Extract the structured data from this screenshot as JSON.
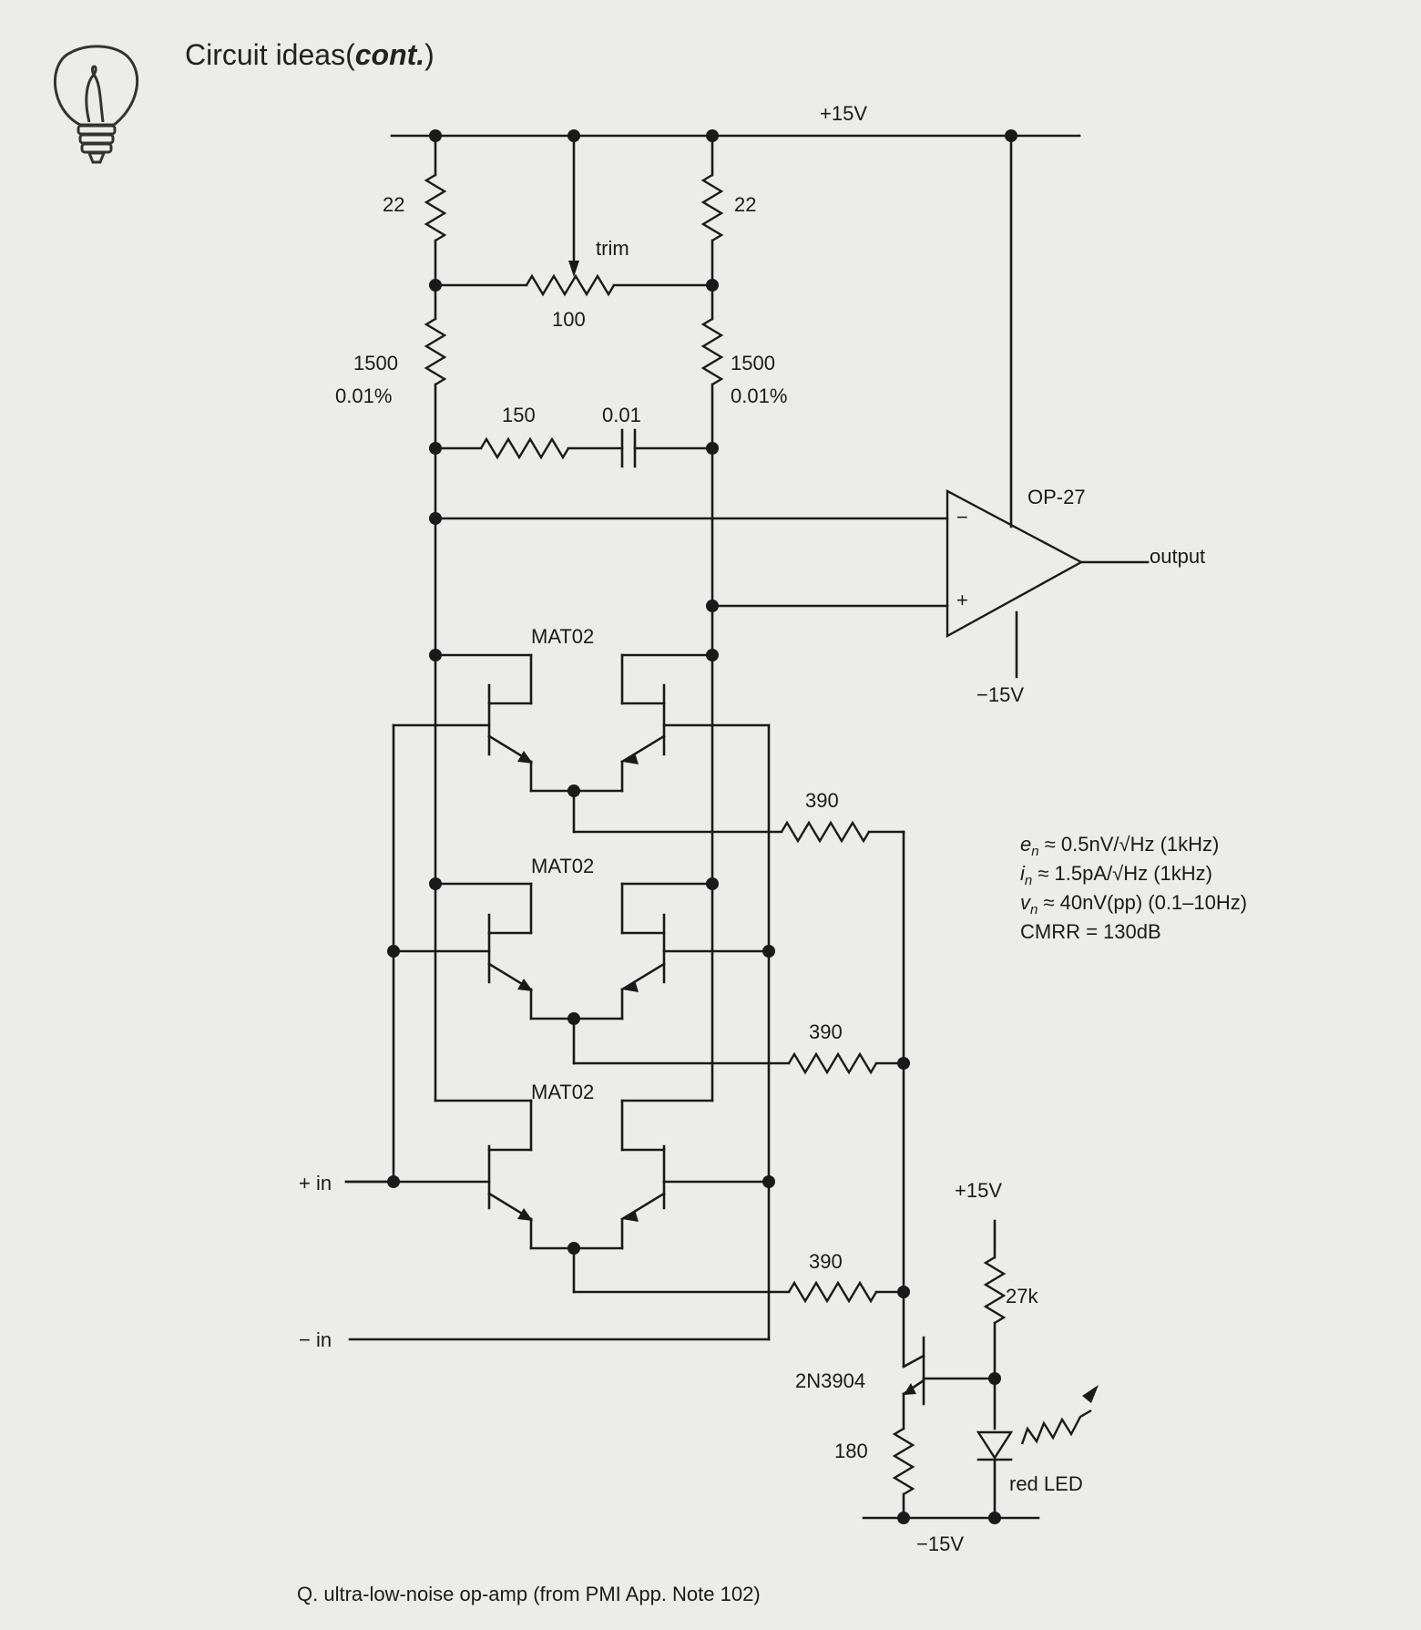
{
  "header": {
    "title_main": "Circuit ideas",
    "title_cont": "cont."
  },
  "rails": {
    "vplus": "+15V",
    "vminus": "−15V",
    "led_vplus": "+15V",
    "led_vminus": "−15V"
  },
  "resistors": {
    "r_top_left": "22",
    "r_top_right": "22",
    "trim_label": "trim",
    "trim_value": "100",
    "r_mid_left_value": "1500",
    "r_mid_left_tol": "0.01%",
    "r_mid_right_value": "1500",
    "r_mid_right_tol": "0.01%",
    "r_comp": "150",
    "c_comp": "0.01",
    "r_tail_1": "390",
    "r_tail_2": "390",
    "r_tail_3": "390",
    "r_bias": "27k",
    "r_emitter": "180"
  },
  "parts": {
    "opamp": "OP-27",
    "opamp_minus": "−",
    "opamp_plus": "+",
    "pair_1": "MAT02",
    "pair_2": "MAT02",
    "pair_3": "MAT02",
    "transistor": "2N3904",
    "led": "red LED"
  },
  "io": {
    "output": "output",
    "in_plus": "+ in",
    "in_minus": "− in"
  },
  "specs": {
    "en_sym": "e",
    "en_sub": "n",
    "en_val": " ≈ 0.5nV/√Hz (1kHz)",
    "in_sym": "i",
    "in_sub": "n",
    "in_val": " ≈ 1.5pA/√Hz (1kHz)",
    "vn_sym": "v",
    "vn_sub": "n",
    "vn_val": " ≈ 40nV(pp) (0.1–10Hz)",
    "cmrr": "CMRR = 130dB"
  },
  "caption": "Q. ultra-low-noise op-amp (from PMI App. Note 102)"
}
